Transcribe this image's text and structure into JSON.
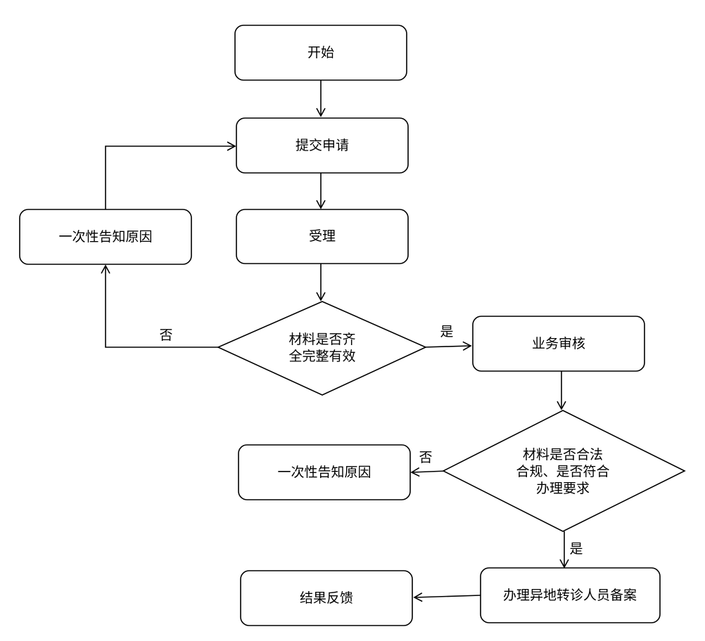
{
  "nodes": {
    "start": "开始",
    "submit": "提交申请",
    "accept": "受理",
    "check_complete_l1": "材料是否齐",
    "check_complete_l2": "全完整有效",
    "notify_reason_1": "一次性告知原因",
    "business_review": "业务审核",
    "check_legal_l1": "材料是否合法",
    "check_legal_l2": "合规、是否符合",
    "check_legal_l3": "办理要求",
    "notify_reason_2": "一次性告知原因",
    "record_filing": "办理异地转诊人员备案",
    "result_feedback": "结果反馈"
  },
  "edge_labels": {
    "no_1": "否",
    "yes_1": "是",
    "no_2": "否",
    "yes_2": "是"
  }
}
